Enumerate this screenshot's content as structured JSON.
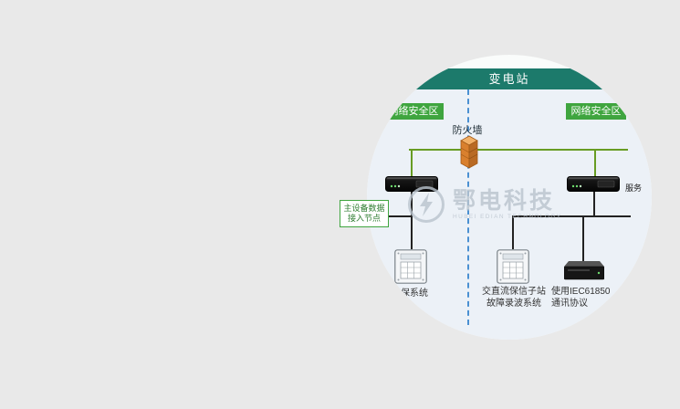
{
  "page": {
    "background": "#e9e9e9"
  },
  "diagram": {
    "title": "变电站",
    "zone_left_label": "网络安全区",
    "zone_right_label": "网络安全区",
    "firewall_label": "防火墙",
    "access_node": {
      "line1": "主设备数据",
      "line2": "接入节点"
    },
    "server_label": "服务",
    "bottom_labels": {
      "left": "保系统",
      "middle_line1": "交直流保信子站",
      "middle_line2": "故障录波系统",
      "right_line1": "使用IEC61850",
      "right_line2": "通讯协议"
    },
    "watermark": {
      "cn": "鄂电科技",
      "en": "HUBEI EDIAN TECHNOLOGY"
    },
    "colors": {
      "band_teal": "#1c7a6b",
      "zone_green": "#3fa53f",
      "bus_green": "#679c23",
      "divider_blue": "#4a90d2",
      "circle_bg": "#ecf1f7",
      "firewall_orange": "#d9802e"
    }
  }
}
